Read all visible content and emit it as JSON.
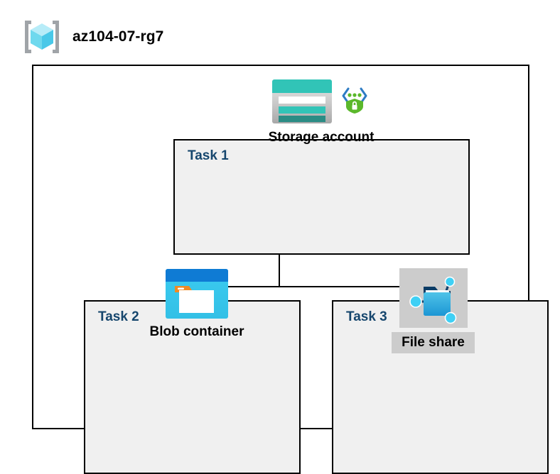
{
  "header": {
    "icon": "resource-group-cube-icon",
    "title": "az104-07-rg7"
  },
  "diagram": {
    "type": "azure-architecture",
    "container_label": "az104-07-rg7",
    "tasks": [
      {
        "label": "Task 1",
        "node": {
          "caption": "Storage account",
          "icons": [
            "storage-account-icon",
            "secure-endpoint-shield-icon"
          ],
          "highlighted": false
        }
      },
      {
        "label": "Task 2",
        "node": {
          "caption": "Blob container",
          "icons": [
            "blob-container-icon"
          ],
          "highlighted": false
        }
      },
      {
        "label": "Task 3",
        "node": {
          "caption": "File share",
          "icons": [
            "file-share-icon"
          ],
          "highlighted": true
        }
      }
    ],
    "connections": [
      {
        "from": "Storage account",
        "to": "Blob container"
      },
      {
        "from": "Storage account",
        "to": "File share"
      }
    ]
  },
  "colors": {
    "task_label": "#16466D",
    "task_box_fill": "#F0F0F0",
    "border": "#000000",
    "highlight": "#CCCCCC",
    "storage_teal": "#31C4B7",
    "storage_teal_dark": "#2A8C84",
    "blob_blue": "#0078D4",
    "blob_cyan": "#32C8F0",
    "blob_orange": "#F08A23",
    "shield_green": "#5BB82B",
    "cube_cyan": "#9CE8F5"
  }
}
